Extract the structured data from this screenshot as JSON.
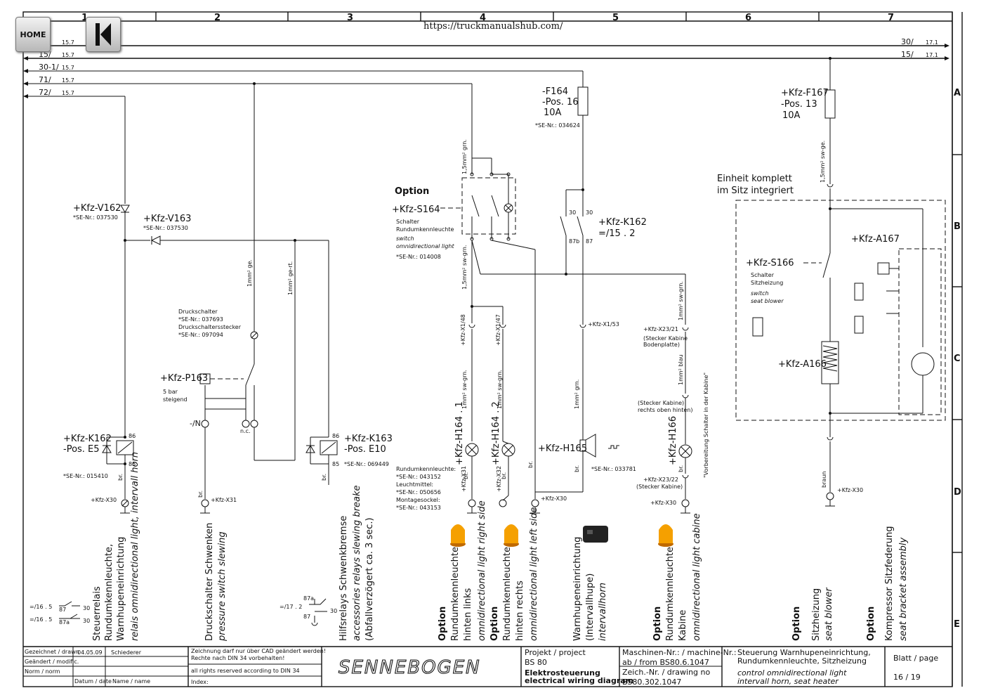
{
  "nav": {
    "home_label": "Home",
    "back_icon": "skip-back-icon"
  },
  "url": "https://truckmanualshub.com/",
  "grid": {
    "columns": [
      "1",
      "2",
      "3",
      "4",
      "5",
      "6",
      "7"
    ],
    "rows": [
      "A",
      "B",
      "C",
      "D",
      "E"
    ]
  },
  "left_refs": [
    "15.7",
    "15/",
    "15.7",
    "30-1/",
    "15.7",
    "71/",
    "15.7",
    "72/",
    "15.7"
  ],
  "right_refs": [
    "30/",
    "17.1",
    "15/",
    "17.1"
  ],
  "components": {
    "v162": {
      "name": "+Kfz-V162",
      "se": "*SE-Nr.: 037530"
    },
    "v163": {
      "name": "+Kfz-V163",
      "se": "*SE-Nr.: 037530"
    },
    "ds_title1": "Druckschalter",
    "ds_se1": "*SE-Nr.: 037693",
    "ds_title2": "Druckschaltersstecker",
    "ds_se2": "*SE-Nr.: 097094",
    "p163": {
      "name": "+Kfz-P163",
      "note1": "5 bar",
      "note2": "steigend"
    },
    "k162a": {
      "name": "+Kfz-K162",
      "pos": "-Pos. E5",
      "se": "*SE-Nr.: 015410"
    },
    "k163": {
      "name": "+Kfz-K163",
      "pos": "-Pos. E10",
      "se": "*SE-Nr.: 069449"
    },
    "f164": {
      "name": "-F164",
      "pos": "-Pos. 16",
      "amp": "10A",
      "se": "*SE-Nr.: 034624"
    },
    "s164": {
      "option": "Option",
      "name": "+Kfz-S164",
      "d1": "Schalter",
      "d2": "Rundumkennleuchte",
      "e1": "switch",
      "e2": "omnidirectional light",
      "se": "*SE-Nr.: 014008"
    },
    "k162b": {
      "name": "+Kfz-K162",
      "ref": "=/15 . 2"
    },
    "f167": {
      "name": "+Kfz-F167",
      "pos": "-Pos. 13",
      "amp": "10A"
    },
    "unit": {
      "l1": "Einheit komplett",
      "l2": "im Sitz integriert"
    },
    "a167": "+Kfz-A167",
    "s166": {
      "name": "+Kfz-S166",
      "d1": "Schalter",
      "d2": "Sitzheizung",
      "e1": "switch",
      "e2": "seat blower"
    },
    "a166": "+Kfz-A166",
    "h164a": "+Kfz-H164 . 1",
    "h164b": "+Kfz-H164 . 2",
    "h165": {
      "name": "+Kfz-H165",
      "se": "*SE-Nr.: 033781"
    },
    "h166": "+Kfz-H166",
    "lamp_info": [
      "Rundumkennleuchte:",
      "*SE-Nr.: 043152",
      "Leuchtmittel:",
      "*SE-Nr.: 050656",
      "Montagesockel:",
      "*SE-Nr.: 043153"
    ],
    "x1_48": "+Kfz-X1/48",
    "x1_47": "+Kfz-X1/47",
    "x1_53": "+Kfz-X1/53",
    "x23_21": "+Kfz-X23/21",
    "x23_21n1": "(Stecker Kabine",
    "x23_21n2": "Bodenplatte)",
    "sk1": "(Stecker Kabine)",
    "sk2": "rechts oben hinten)",
    "x23_22": "+Kfz-X23/22",
    "x23_22n": "(Stecker Kabine)",
    "x30": "+Kfz-X30",
    "x31": "+Kfz-X31",
    "x32": "+Kfz-X32",
    "vorb": "\"Vorbereitung Schalter in der Kabine\"",
    "wires": {
      "w1": "1,5mm² grn.",
      "w2": "1,5mm² sw-grn.",
      "w3": "1mm² sw-grn.",
      "w4": "1mm² grn.",
      "w5": "1mm² blau",
      "w6": "1,5mm² sw-ge.",
      "w7": "1mm² ge.",
      "w8": "1mm² ge-rt.",
      "w9": "1mm² sw-grn.",
      "braun": "braun",
      "br": "br.",
      "n": "-/N",
      "nc": "n.c."
    }
  },
  "descriptions": [
    {
      "l1": "Steuerrelais",
      "l2": "Rundumkennleuchte,",
      "l3": "Warnhupeneinrichtung",
      "l4": "relais omnidirectional light, intervall horn"
    },
    {
      "l1": "Druckschalter Schwenken",
      "l2": "pressure switch slewing"
    },
    {
      "l1": "Hilfsrelays Schwenkbremse",
      "l2": "accessories relays slewing breake",
      "l3": "(Abfallverzögert ca. 3 sec.)"
    },
    {
      "opt": "Option",
      "l1": "Rundumkennleuchte",
      "l2": "hinten links",
      "l3": "omnidirectional light right side"
    },
    {
      "opt": "Option",
      "l1": "Rundumkennleuchte",
      "l2": "hinten rechts",
      "l3": "omnidirectional light left side"
    },
    {
      "l1": "Warnhupeneinrichtung",
      "l2": "(Intervallhupe)",
      "l3": "intervallhorn"
    },
    {
      "opt": "Option",
      "l1": "Rundumkennleuchte",
      "l2": "Kabine",
      "l3": "omnidirectional light cabine"
    },
    {
      "opt": "Option",
      "l1": "Sitzheizung",
      "l2": "seat blower"
    },
    {
      "opt": "Option",
      "l1": "Kompressor Sitzfederung",
      "l2": "seat bracket assembly"
    }
  ],
  "relay_refs": {
    "r1a": "=/16 . 5",
    "r1b": "=/16 . 5",
    "r2": "=/17 . 2",
    "c87": "87",
    "c87a": "87a",
    "c30": "30"
  },
  "title_block": {
    "drawn_label": "Gezeichnet / drawn",
    "drawn_date": "04.05.09",
    "drawn_name": "Schiederer",
    "modif_label": "Geändert / modific.",
    "norm_label": "Norm / norm",
    "date_label": "Datum / date",
    "name_label": "Name / name",
    "note1": "Zeichnung darf nur  über CAD geändert werden!",
    "note2": "Rechte nach DIN 34 vorbehalten!",
    "note3": "all rights reserved according to DIN 34",
    "index": "Index:",
    "logo": "SENNEBOGEN",
    "project_label": "Projekt / project",
    "project": "BS 80",
    "title_de": "Elektrosteuerung",
    "title_en": "electrical wiring diagram",
    "machine_label": "Maschinen-Nr.:  / machine-Nr.:",
    "machine": "ab  /  from  BS80.6.1047",
    "drawing_label": "Zeich.-Nr. / drawing no",
    "drawing": "BS80.302.1047",
    "desc_de1": "Steuerung Warnhupeneinrichtung,",
    "desc_de2": "Rundumkennleuchte, Sitzheizung",
    "desc_en1": "control omnidirectional light",
    "desc_en2": "intervall horn, seat heater",
    "page_label": "Blatt / page",
    "page": "16  /  19"
  },
  "colors": {
    "line": "#111111",
    "lamp": "#f5a000",
    "lamp_dark": "#c06a00",
    "horn": "#222222"
  }
}
